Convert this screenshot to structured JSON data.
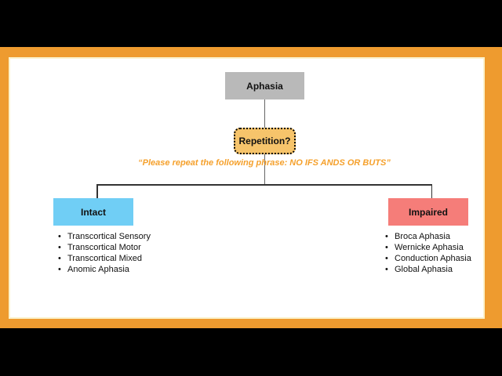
{
  "frame": {
    "letterbox_color": "#000000",
    "border_color": "#EE9B2F",
    "paper_color": "#FFFFFF"
  },
  "diagram": {
    "root": {
      "label": "Aphasia",
      "fill": "#B9B9B9"
    },
    "decision": {
      "label": "Repetition?",
      "fill": "#F6C46B"
    },
    "instruction": {
      "text": "“Please repeat the following phrase: NO IFS ANDS OR BUTS”",
      "color": "#F5A02B"
    },
    "branches": [
      {
        "label": "Intact",
        "fill": "#70CEF5",
        "items": [
          "Transcortical Sensory",
          "Transcortical Motor",
          "Transcortical Mixed",
          "Anomic Aphasia"
        ]
      },
      {
        "label": "Impaired",
        "fill": "#F57D79",
        "items": [
          "Broca Aphasia",
          "Wernicke Aphasia",
          "Conduction Aphasia",
          "Global Aphasia"
        ]
      }
    ]
  }
}
